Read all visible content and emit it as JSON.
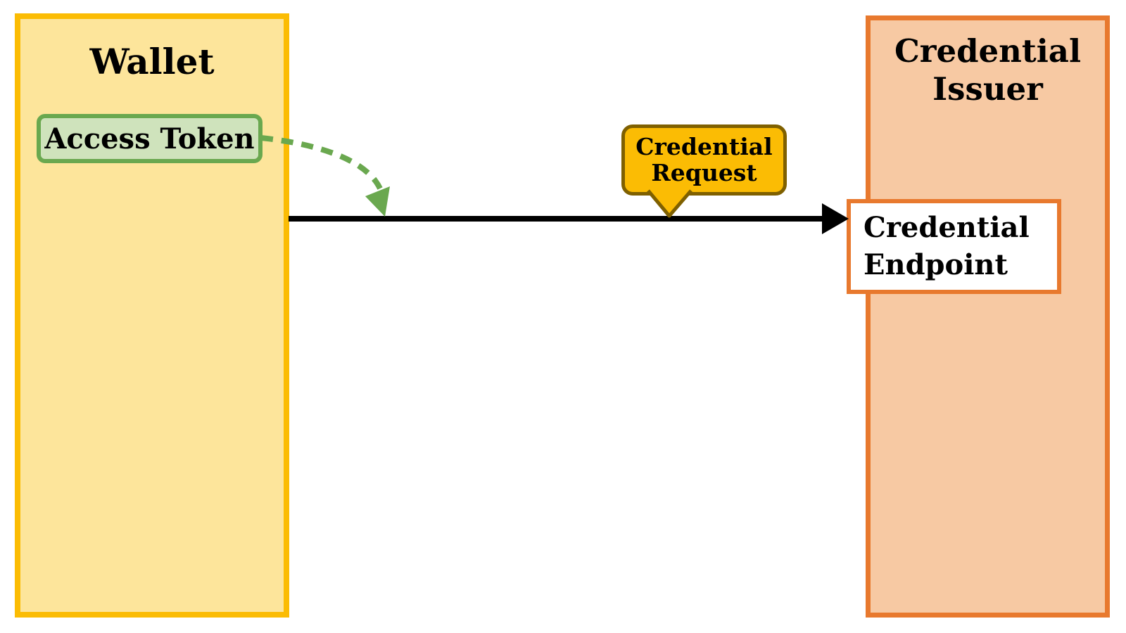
{
  "wallet": {
    "title": "Wallet",
    "access_token_label": "Access Token",
    "fill_color": "#FDE59B",
    "border_color": "#FBBC04",
    "token_fill_color": "#CFE3BC",
    "token_border_color": "#6AA84F"
  },
  "credential_issuer": {
    "title": "Credential\nIssuer",
    "fill_color": "#F7C9A3",
    "border_color": "#E8792E",
    "endpoint_label": "Credential\nEndpoint",
    "endpoint_fill_color": "#FFFFFF"
  },
  "request_arrow": {
    "label": "Credential\nRequest",
    "bubble_fill_color": "#FBBC04",
    "bubble_border_color": "#7F6000",
    "arrow_color": "#000000",
    "from": "Wallet",
    "to": "Credential Endpoint"
  },
  "token_usage_arrow": {
    "style": "dashed",
    "color": "#6AA84F",
    "from": "Access Token",
    "to": "Credential Request arrow"
  }
}
